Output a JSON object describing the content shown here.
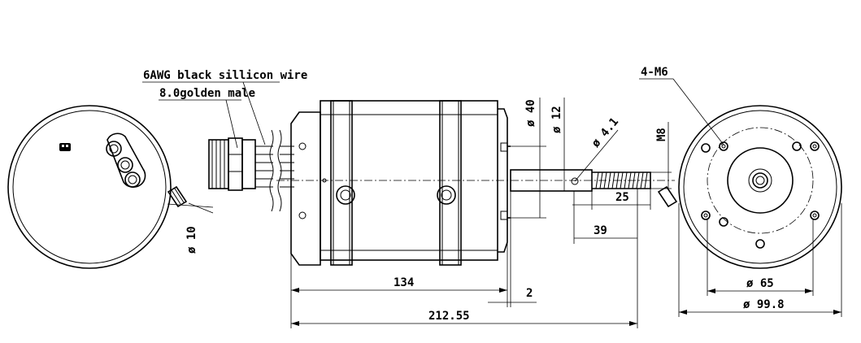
{
  "callouts": {
    "wire": "6AWG black sillicon wire",
    "connector": "8.0golden male",
    "mount_holes": "4-M6"
  },
  "dimensions": {
    "body_length": "134",
    "flange_gap": "2",
    "overall_length": "212.55",
    "shaft_dia": "ø 12",
    "pilot_dia": "ø 40",
    "cross_hole": "ø 4.1",
    "thread": "M8",
    "thread_length": "25",
    "shaft_length": "39",
    "fitting_dia": "ø 10",
    "bolt_circle": "ø 65",
    "outer_dia": "ø 99.8"
  }
}
